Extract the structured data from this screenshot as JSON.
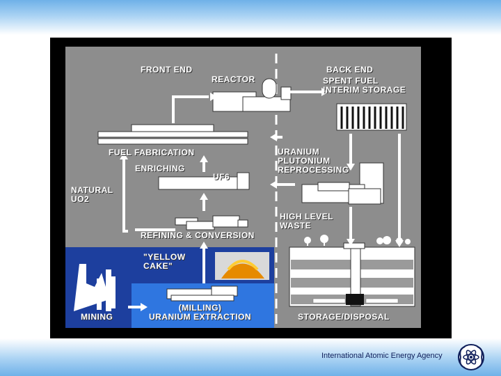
{
  "diagram": {
    "front_end": "FRONT END",
    "reactor": "REACTOR",
    "back_end": "BACK END",
    "spent_fuel": "SPENT FUEL\nINTERIM STORAGE",
    "fuel_fabrication": "FUEL FABRICATION",
    "enriching": "ENRICHING",
    "uranium_plutonium": "URANIUM\nPLUTONIUM\nREPROCESSING",
    "natural_uo2": "NATURAL\nUO2",
    "uf6": "UF6",
    "high_level_waste": "HIGH LEVEL\nWASTE",
    "refining": "REFINING & CONVERSION",
    "yellow_cake": "\"YELLOW\nCAKE\"",
    "mining": "MINING",
    "milling": "(MILLING)\nURANIUM EXTRACTION",
    "storage": "STORAGE/DISPOSAL"
  },
  "footer": {
    "org": "International Atomic Energy Agency"
  },
  "colors": {
    "panel": "#8d8d8d",
    "blue_dark": "#1d3f9e",
    "blue_light": "#2f76e0",
    "arrow": "#ffffff"
  },
  "icons": [
    "iaea-logo-icon"
  ]
}
